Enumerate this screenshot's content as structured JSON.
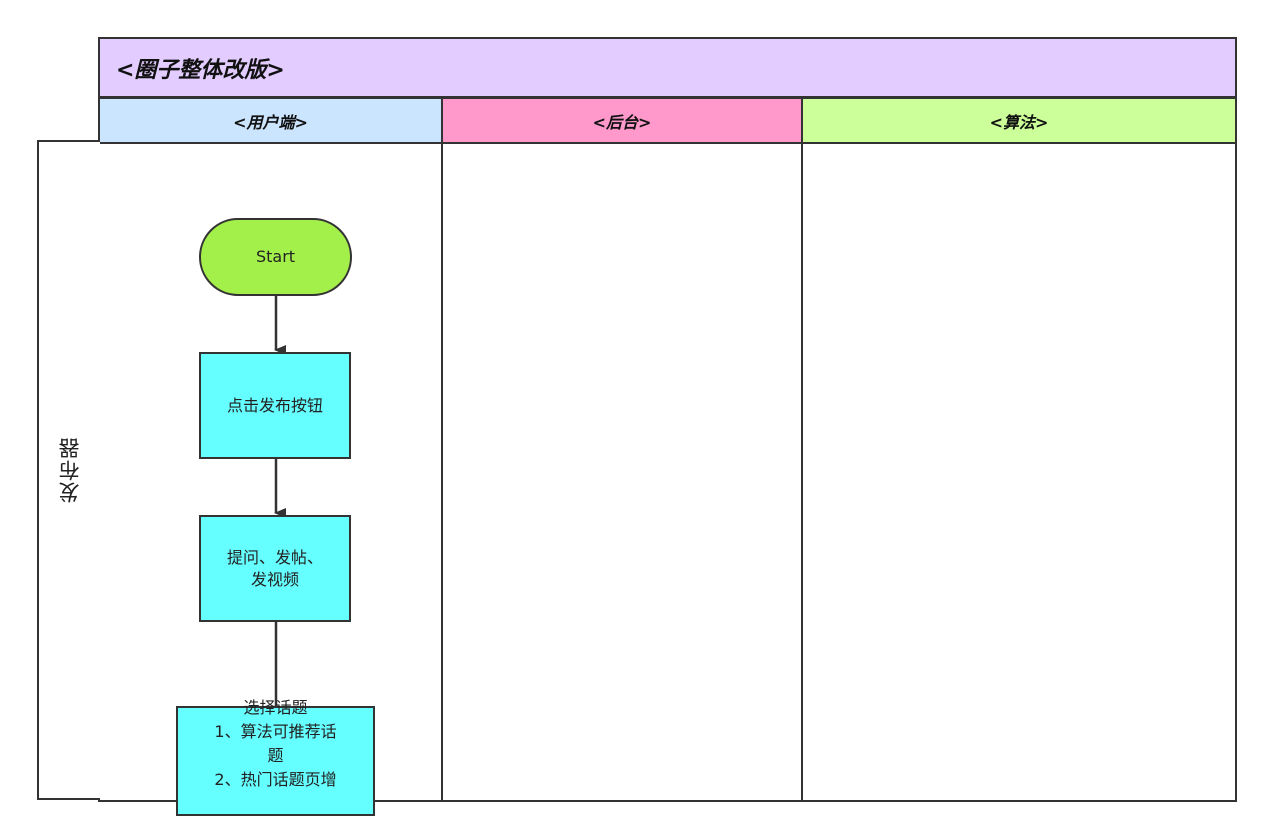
{
  "title": "<圈子整体改版>",
  "lanes": [
    {
      "label": "<用户端>",
      "color": "#cce5ff"
    },
    {
      "label": "<后台>",
      "color": "#ff99cc"
    },
    {
      "label": "<算法>",
      "color": "#ccff99"
    }
  ],
  "row_label": "发布器",
  "nodes": {
    "start": "Start",
    "click_publish": "点击发布按钮",
    "post_type_line1": "提问、发帖、",
    "post_type_line2": "发视频",
    "topic_line1": "选择话题",
    "topic_line2": "1、算法可推荐话",
    "topic_line3": "题",
    "topic_line4": "2、热门话题页增"
  },
  "colors": {
    "start_fill": "#a4f04a",
    "process_fill": "#66ffff",
    "title_fill": "#e3ccff",
    "border": "#333333"
  }
}
